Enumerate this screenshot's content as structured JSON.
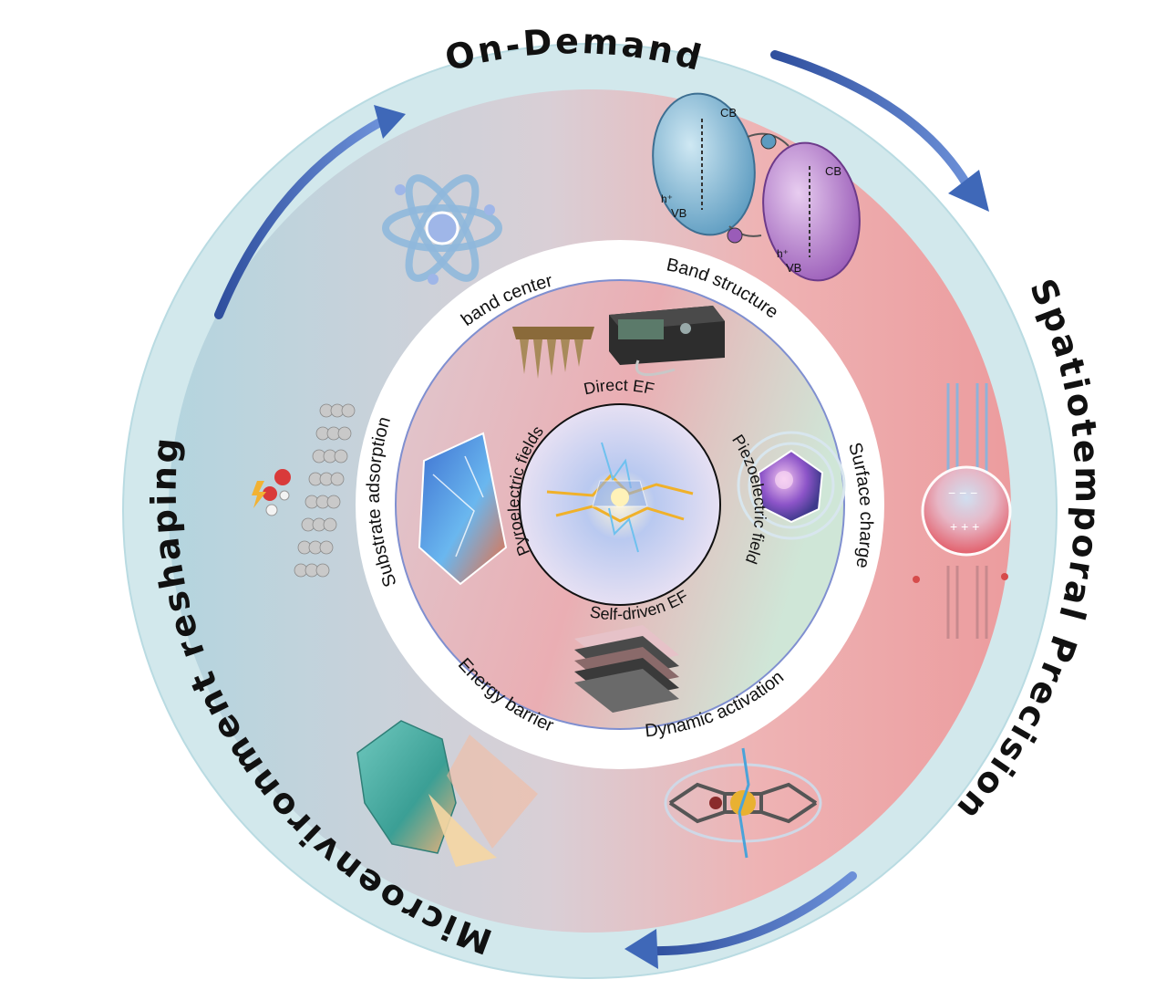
{
  "outer_labels": {
    "top": "On-Demand",
    "right": "Spatiotemporal Precision",
    "left": "Microenvironment reshaping"
  },
  "ring_labels": {
    "band_center": "band center",
    "band_structure": "Band structure",
    "substrate_adsorption": "Substrate adsorption",
    "surface_charge": "Surface charge",
    "energy_barrier": "Energy barrier",
    "dynamic_activation": "Dynamic activation"
  },
  "core_labels": {
    "direct_ef": "Direct EF",
    "self_driven_ef": "Self-driven EF",
    "pyroelectric": "Pyroelectric fields",
    "piezoelectric": "Piezoelectric field"
  },
  "band_diagram": {
    "cb_left": "CB",
    "vb_left": "VB",
    "h_left": "h⁺",
    "cb_right": "CB",
    "vb_right": "VB",
    "h_right": "h⁺"
  },
  "colors": {
    "outer_ring": "#cfe6ea",
    "left_bg": "#bcd9e2",
    "right_bg": "#eba4a6",
    "arrow": "#3f68b8",
    "white_ring": "#ffffff",
    "ring_border": "#7f8fd0"
  }
}
